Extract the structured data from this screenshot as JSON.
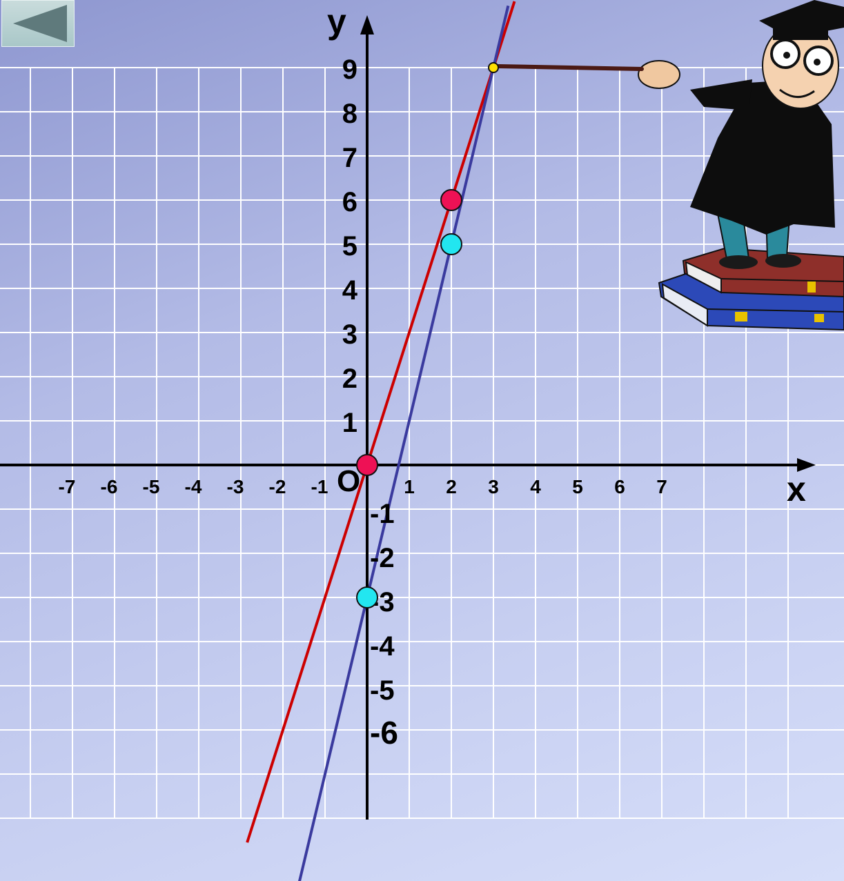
{
  "colors": {
    "grid": "#ffffff",
    "axis": "#000000",
    "red_line": "#cc0000",
    "blue_line": "#3a3a9e",
    "red_point": "#ee1155",
    "cyan_point": "#22e6f0",
    "marker_point": "#ffe000"
  },
  "nav": {
    "back_icon": "triangle-left-icon"
  },
  "axes": {
    "x_label": "x",
    "y_label": "y",
    "origin_label": "O",
    "x_range": [
      -8,
      10
    ],
    "y_range": [
      -8,
      10
    ],
    "x_ticks": [
      {
        "value": -7,
        "label": "-7"
      },
      {
        "value": -6,
        "label": "-6"
      },
      {
        "value": -5,
        "label": "-5"
      },
      {
        "value": -4,
        "label": "-4"
      },
      {
        "value": -3,
        "label": "-3"
      },
      {
        "value": -2,
        "label": "-2"
      },
      {
        "value": -1,
        "label": "-1"
      },
      {
        "value": 1,
        "label": "1"
      },
      {
        "value": 2,
        "label": "2"
      },
      {
        "value": 3,
        "label": "3"
      },
      {
        "value": 4,
        "label": "4"
      },
      {
        "value": 5,
        "label": "5"
      },
      {
        "value": 6,
        "label": "6"
      },
      {
        "value": 7,
        "label": "7"
      }
    ],
    "y_ticks": [
      {
        "value": 9,
        "label": "9"
      },
      {
        "value": 8,
        "label": "8"
      },
      {
        "value": 7,
        "label": "7"
      },
      {
        "value": 6,
        "label": "6"
      },
      {
        "value": 5,
        "label": "5"
      },
      {
        "value": 4,
        "label": "4"
      },
      {
        "value": 3,
        "label": "3"
      },
      {
        "value": 2,
        "label": "2"
      },
      {
        "value": 1,
        "label": "1"
      },
      {
        "value": -1,
        "label": "-1"
      },
      {
        "value": -2,
        "label": "-2"
      },
      {
        "value": -3,
        "label": "-3"
      },
      {
        "value": -4,
        "label": "-4"
      },
      {
        "value": -5,
        "label": "-5"
      },
      {
        "value": -6,
        "label": "-6"
      }
    ]
  },
  "lines": [
    {
      "name": "red-line",
      "slope": 3,
      "intercept": 0,
      "x_from": -2.85,
      "x_to": 3.5
    },
    {
      "name": "blue-line",
      "slope": 4,
      "intercept": -3,
      "x_from": -1.65,
      "x_to": 3.35
    }
  ],
  "points": [
    {
      "name": "red-point-origin",
      "x": 0,
      "y": 0,
      "kind": "red"
    },
    {
      "name": "red-point-2-6",
      "x": 2,
      "y": 6,
      "kind": "red"
    },
    {
      "name": "cyan-point-2-5",
      "x": 2,
      "y": 5,
      "kind": "cyan"
    },
    {
      "name": "cyan-point-0-minus3",
      "x": 0,
      "y": -3,
      "kind": "cyan"
    },
    {
      "name": "intersection-point-3-9",
      "x": 3,
      "y": 9,
      "kind": "marker"
    }
  ]
}
